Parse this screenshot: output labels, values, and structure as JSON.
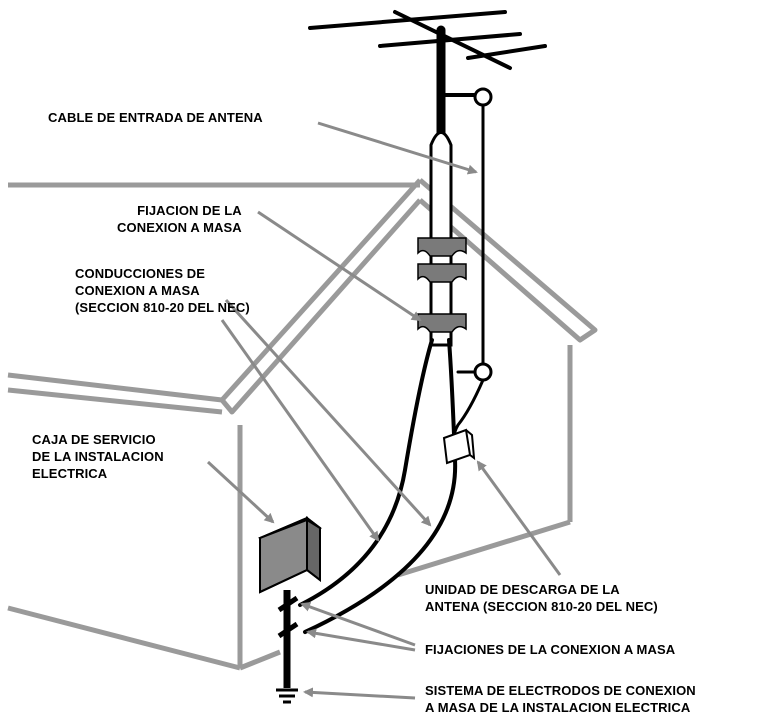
{
  "labels": {
    "antenna_lead_in": "CABLE DE ENTRADA DE ANTENA",
    "ground_clamp": [
      "FIJACION DE LA",
      "CONEXION A MASA"
    ],
    "grounding_conductors": [
      "CONDUCCIONES DE",
      "CONEXION A MASA",
      "(SECCION 810-20 DEL NEC)"
    ],
    "service_box": [
      "CAJA DE SERVICIO",
      "DE LA INSTALACION",
      "ELECTRICA"
    ],
    "discharge_unit": [
      "UNIDAD DE DESCARGA DE LA",
      "ANTENA (SECCION 810-20 DEL NEC)"
    ],
    "ground_clamps": "FIJACIONES DE LA CONEXION A MASA",
    "electrode_system": [
      "SISTEMA DE ELECTRODOS DE CONEXION",
      "A MASA DE LA INSTALACION ELECTRICA"
    ]
  },
  "colors": {
    "outline": "#000000",
    "house": "#9a9a9a",
    "pointer": "#8a8a8a",
    "clamp": "#7a7a7a",
    "box": "#808080"
  }
}
